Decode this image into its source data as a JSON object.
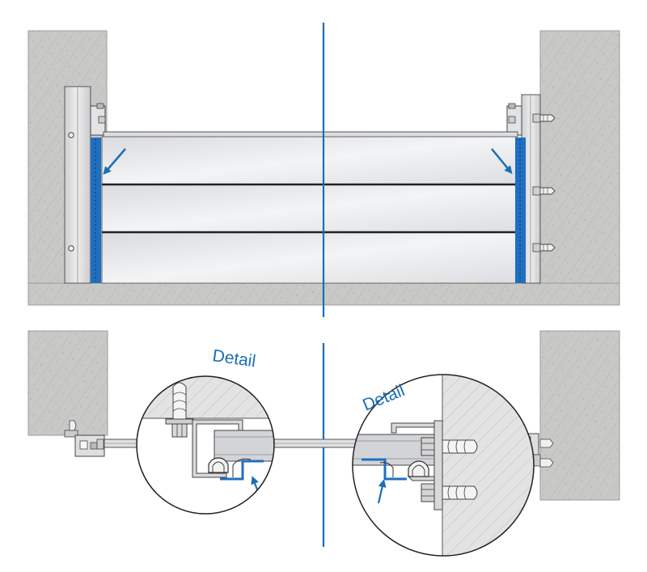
{
  "labels": {
    "detail_left": "Detail",
    "detail_right": "Detail"
  },
  "colors": {
    "accent": "#1a6fb3",
    "seal_blue": "#1f6fc1",
    "concrete": "#c6c6c4",
    "panel": "#e6e8ea",
    "metal": "#d8d9db",
    "outline": "#444444"
  },
  "panels": {
    "count": 3
  }
}
